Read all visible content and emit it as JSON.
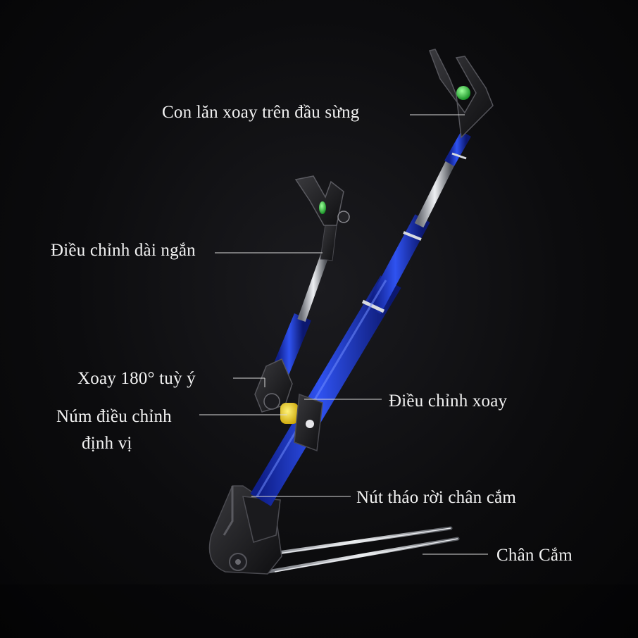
{
  "labels": {
    "roller": "Con lăn xoay trên đầu sừng",
    "length_adjust": "Điều chỉnh dài ngắn",
    "rotate_180": "Xoay 180° tuỳ ý",
    "knob_line1": "Núm điều chỉnh",
    "knob_line2": "định vị",
    "rotation_adjust": "Điều chỉnh xoay",
    "release_button": "Nút tháo rời chân cắm",
    "ground_spike": "Chân Cắm"
  },
  "colors": {
    "background": "#0c0c0e",
    "pole_blue": "#1f3fd6",
    "steel": "#c9ccd2",
    "knob_yellow": "#f2d21a",
    "roller_green": "#2ecc40",
    "text": "#f2f2f2"
  }
}
